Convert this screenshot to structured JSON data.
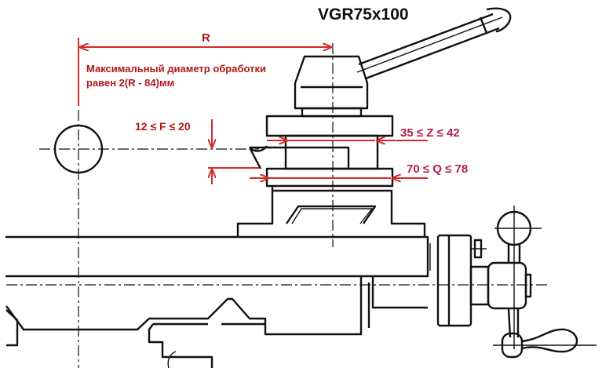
{
  "title": "VGR75x100",
  "dimensions": {
    "r_label": "R",
    "note_line1": "Максимальный диаметр обработки",
    "note_line2": "равен 2(R - 84)мм",
    "f_range": "12 ≤ F ≤ 20",
    "z_range": "35 ≤ Z ≤ 42",
    "q_range": "70 ≤ Q ≤ 78"
  },
  "colors": {
    "dimension": "#d42a2a",
    "range_text": "#b0204a",
    "drawing": "#111111"
  }
}
